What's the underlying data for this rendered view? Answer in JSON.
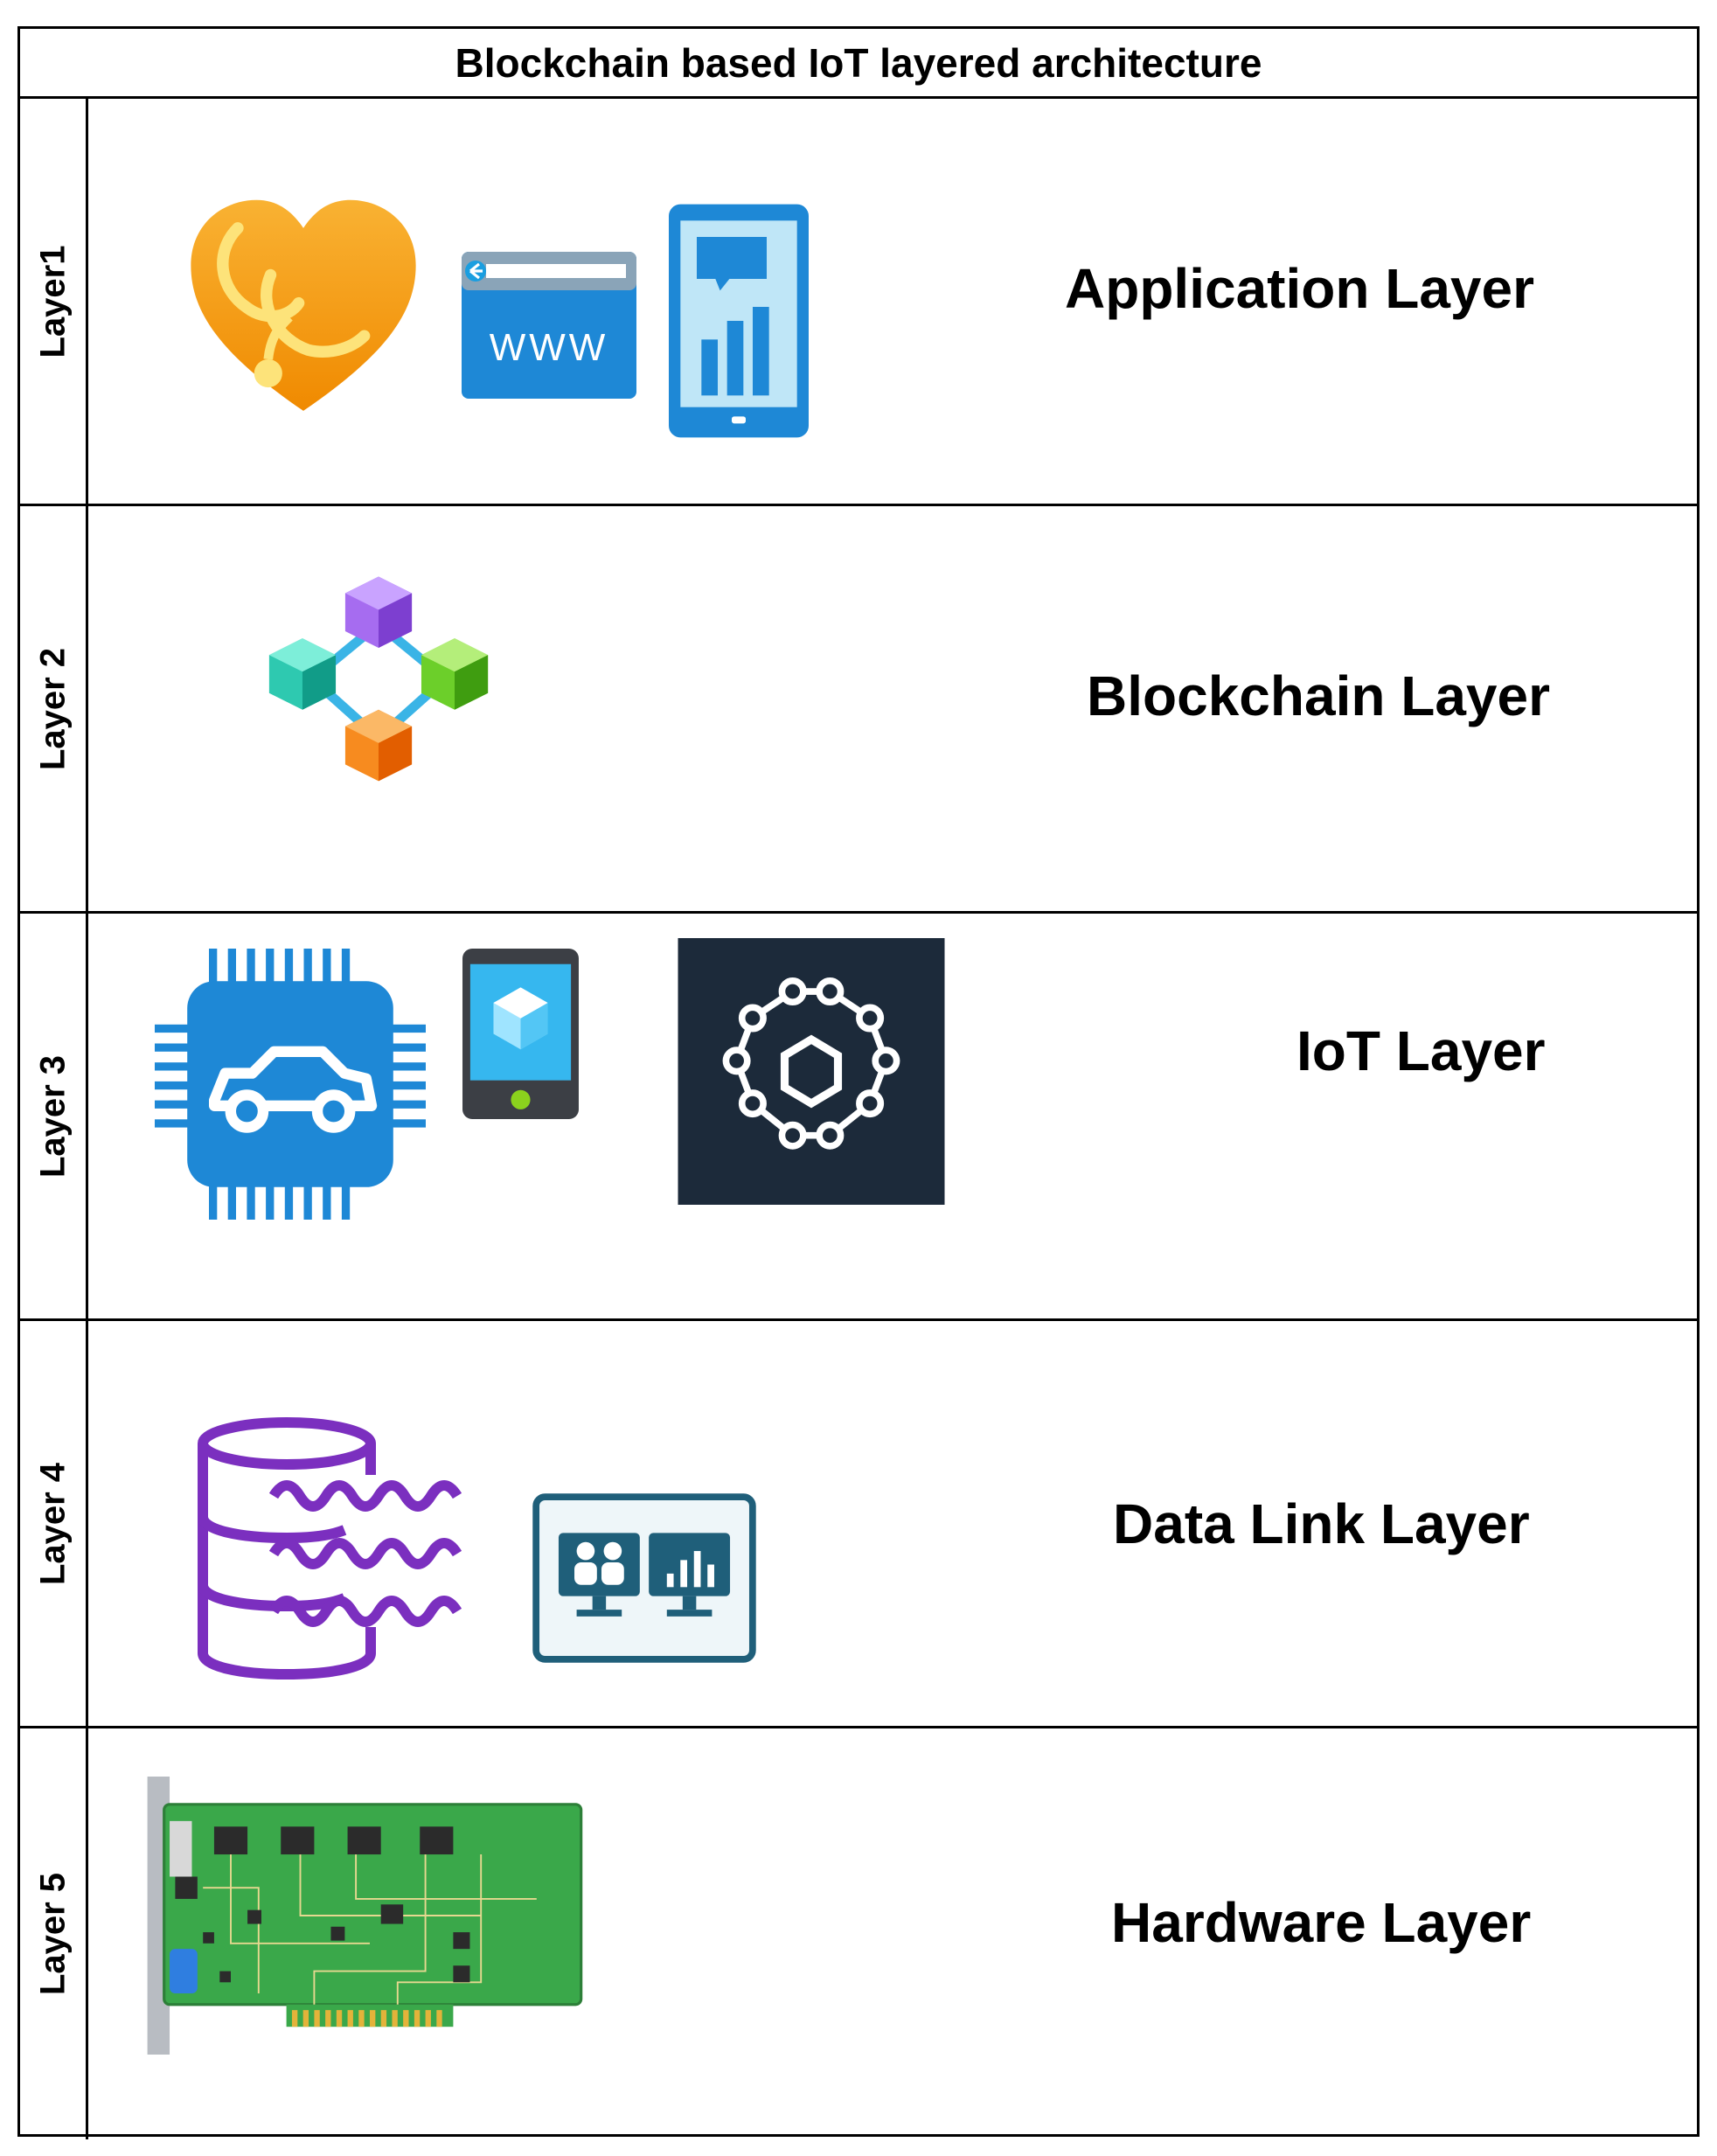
{
  "title": "Blockchain based IoT layered architecture",
  "layers": [
    {
      "side_label": "Layer1",
      "name": "Application Layer",
      "icons": [
        "heart-stethoscope-icon",
        "web-browser-icon",
        "mobile-analytics-icon"
      ]
    },
    {
      "side_label": "Layer 2",
      "name": "Blockchain Layer",
      "icons": [
        "blockchain-network-icon"
      ]
    },
    {
      "side_label": "Layer 3",
      "name": "IoT Layer",
      "icons": [
        "automotive-chip-icon",
        "mobile-device-icon",
        "iot-hub-icon"
      ]
    },
    {
      "side_label": "Layer 4",
      "name": "Data Link Layer",
      "icons": [
        "database-stream-icon",
        "monitoring-dashboard-icon"
      ]
    },
    {
      "side_label": "Layer 5",
      "name": "Hardware Layer",
      "icons": [
        "circuit-board-icon"
      ]
    }
  ],
  "colors": {
    "border": "#000000",
    "heart": "#f7a21b",
    "azure_blue": "#1e88d6",
    "iot_dark": "#1c2a3a",
    "data_purple": "#7b2fbf",
    "dashboard_blue": "#1f5f7a",
    "pcb_green": "#3aa84a"
  }
}
